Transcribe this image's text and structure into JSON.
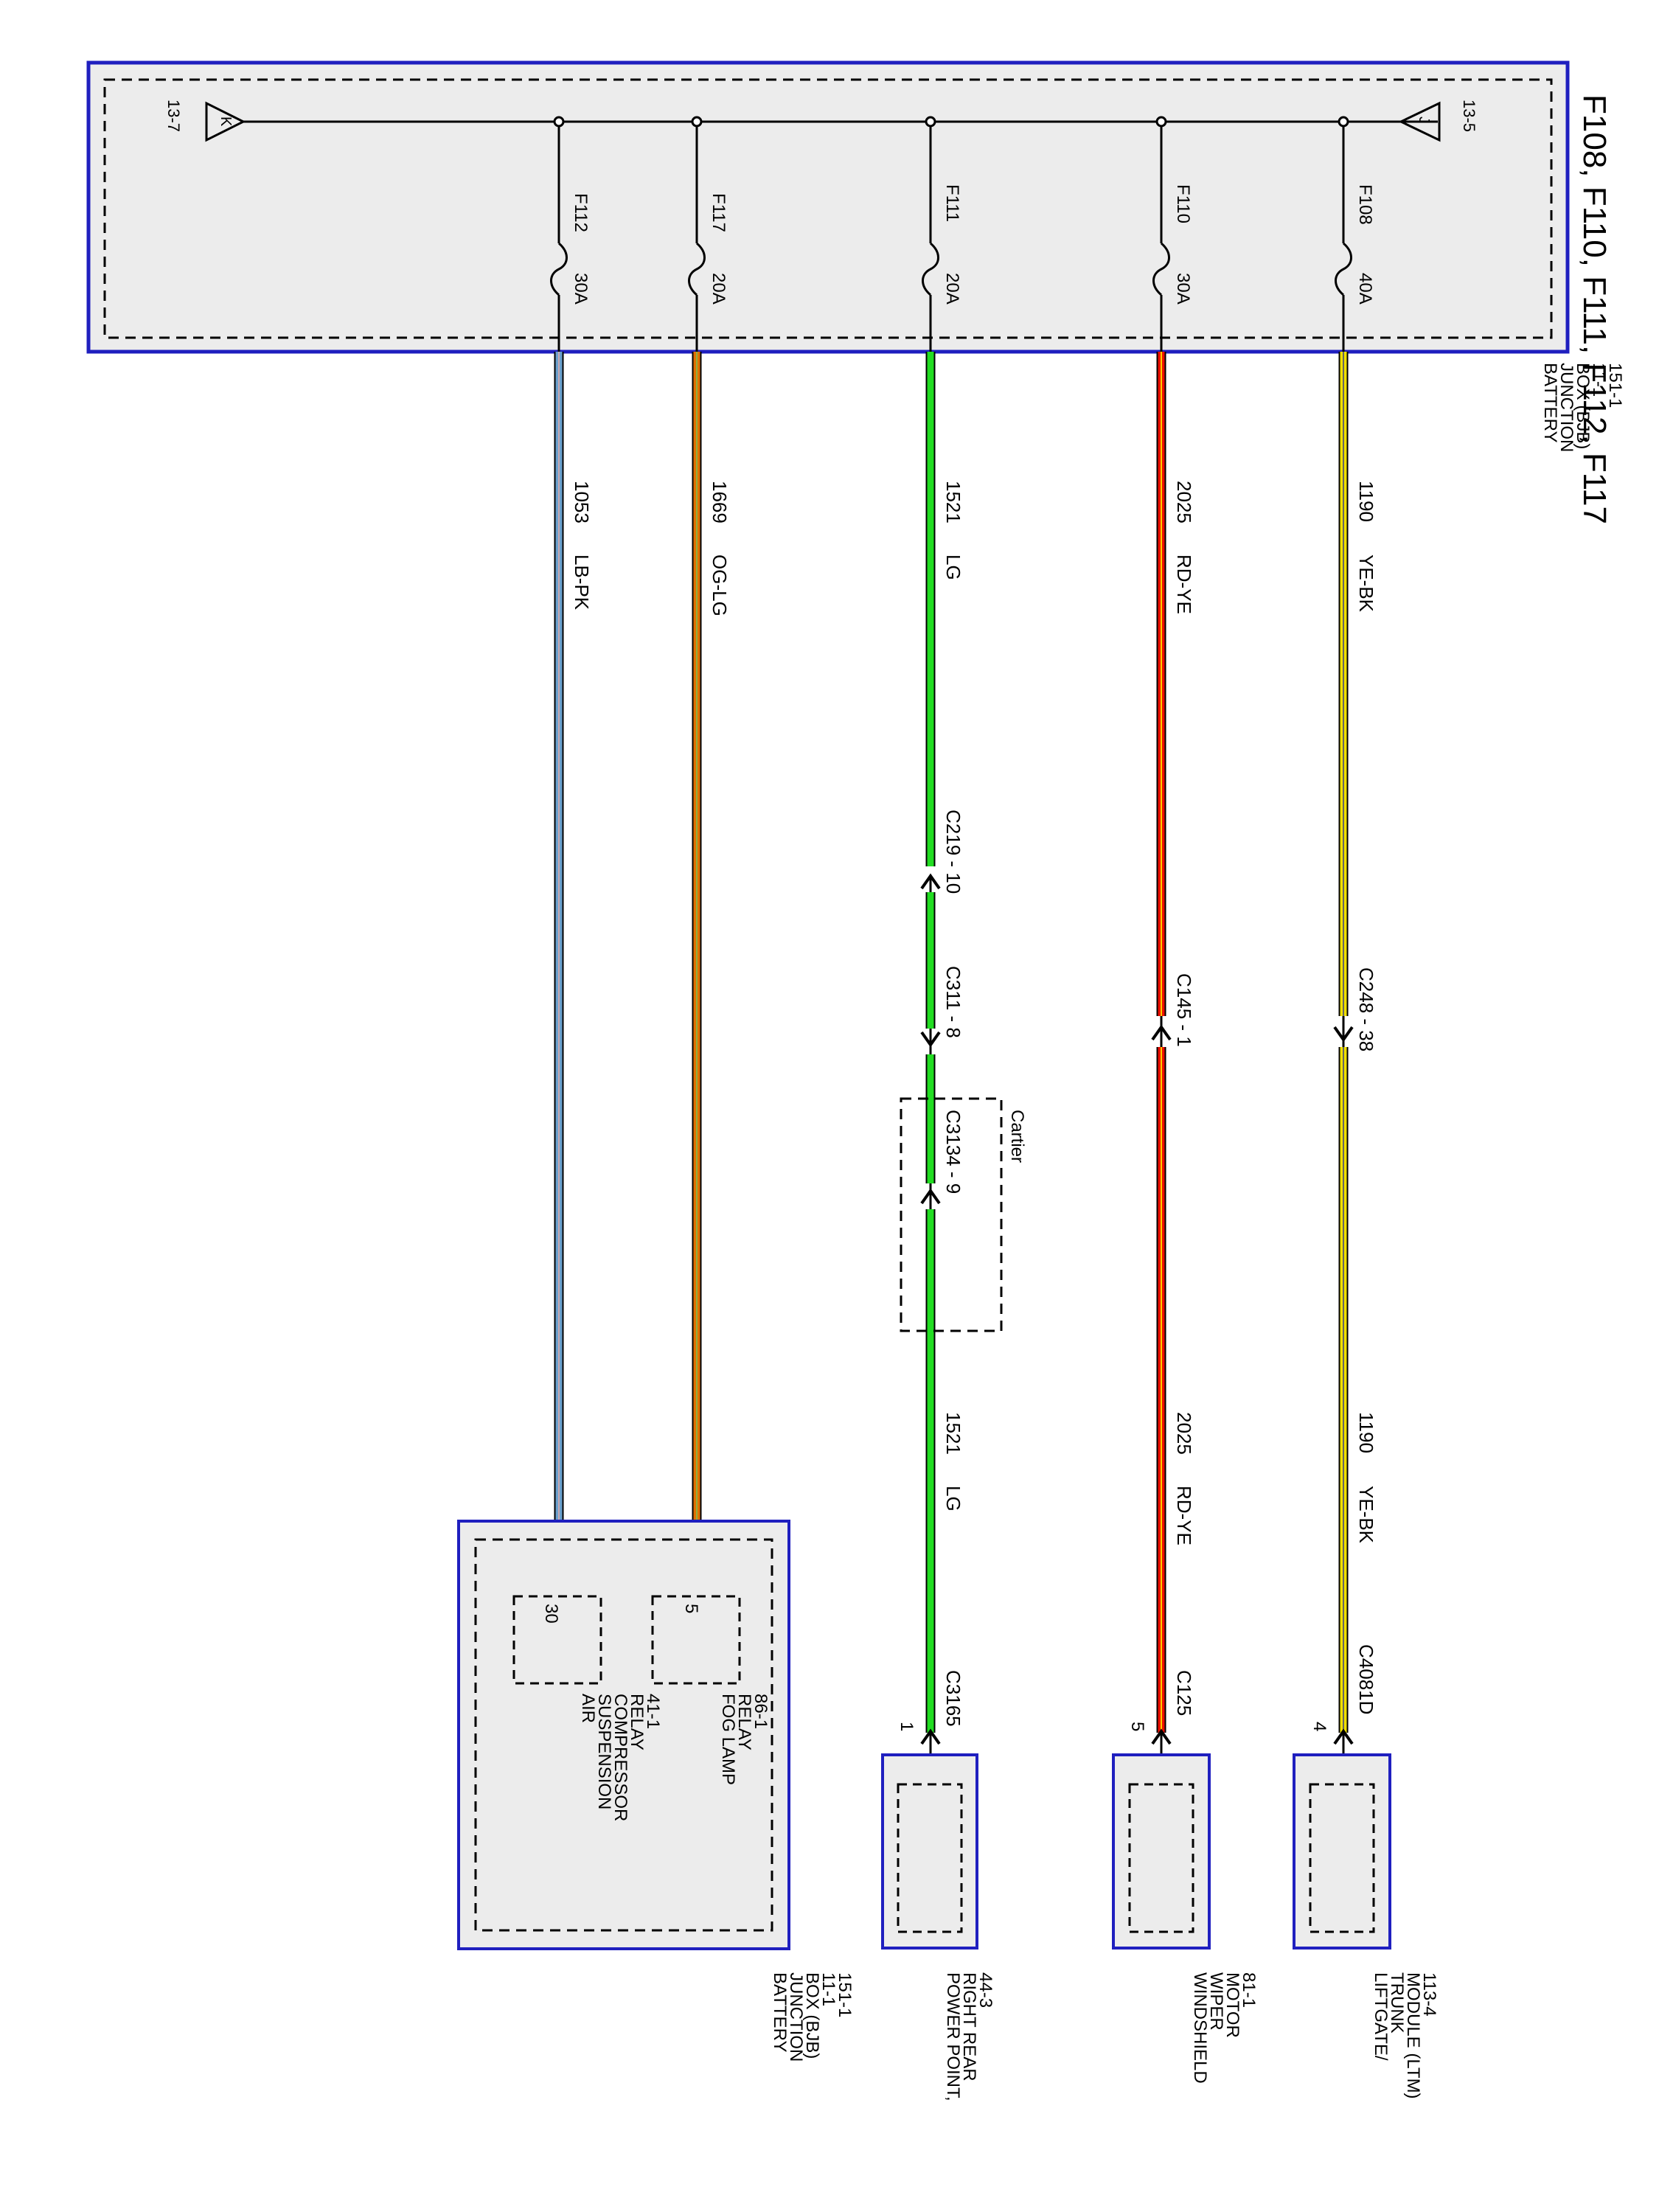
{
  "title": "F108, F110, F111, F112, F117",
  "colors": {
    "box_border": "#1f1fbf",
    "box_fill": "#ececec",
    "dash": "#000000"
  },
  "bjb_top": {
    "lines": [
      "BATTERY",
      "JUNCTION",
      "BOX (BJB)",
      "11-1",
      "151-1"
    ],
    "ref_left": "13-7",
    "ref_right": "13-5",
    "symbol_left": "K",
    "symbol_right": "J"
  },
  "fuses": [
    {
      "name": "F112",
      "rating": "30A"
    },
    {
      "name": "F117",
      "rating": "20A"
    },
    {
      "name": "F111",
      "rating": "20A"
    },
    {
      "name": "F110",
      "rating": "30A"
    },
    {
      "name": "F108",
      "rating": "40A"
    }
  ],
  "wires": [
    {
      "circuit": "1053",
      "color_code": "LB-PK",
      "color": "#5b9bd5",
      "stripe": "#d4a0a0"
    },
    {
      "circuit": "1669",
      "color_code": "OG-LG",
      "color": "#e07000",
      "stripe": "#80c030"
    },
    {
      "circuit": "1521",
      "color_code": "LG",
      "circuit2": "1521",
      "color_code2": "LG",
      "color": "#22dd22",
      "stripe": "#22dd22"
    },
    {
      "circuit": "2025",
      "color_code": "RD-YE",
      "circuit2": "2025",
      "color_code2": "RD-YE",
      "color": "#ee1100",
      "stripe": "#ffd000"
    },
    {
      "circuit": "1190",
      "color_code": "YE-BK",
      "circuit2": "1190",
      "color_code2": "YE-BK",
      "color": "#f0e000",
      "stripe": "#555555"
    }
  ],
  "connectors": {
    "c219": "C219 - 10",
    "c311": "C311 - 8",
    "c3134": "C3134 - 9",
    "cartier": "Cartier",
    "c145": "C145 - 1",
    "c248": "C248 - 38",
    "c3165": "C3165",
    "c3165_pin": "1",
    "c125": "C125",
    "c125_pin": "5",
    "c4081d": "C4081D",
    "c4081d_pin": "4"
  },
  "bjb_bottom": {
    "pin_30": "30",
    "pin_5": "5",
    "fog_relay": [
      "FOG LAMP",
      "RELAY",
      "86-1"
    ],
    "air_relay": [
      "AIR",
      "SUSPENSION",
      "COMPRESSOR",
      "RELAY",
      "41-1"
    ],
    "label": [
      "BATTERY",
      "JUNCTION",
      "BOX (BJB)",
      "11-1",
      "151-1"
    ]
  },
  "components": {
    "power_point": [
      "POWER POINT,",
      "RIGHT REAR",
      "44-3"
    ],
    "wiper_motor": [
      "WINDSHIELD",
      "WIPER",
      "MOTOR",
      "81-1"
    ],
    "ltm": [
      "LIFTGATE/",
      "TRUNK",
      "MODULE (LTM)",
      "113-4"
    ]
  }
}
